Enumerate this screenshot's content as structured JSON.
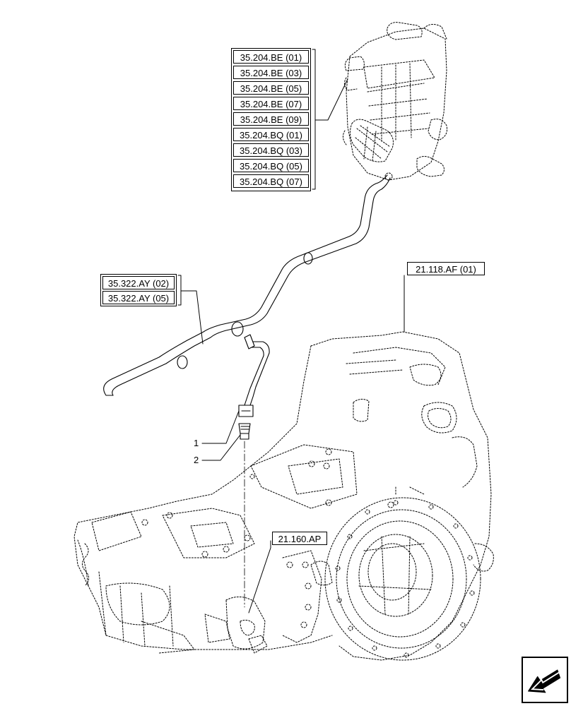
{
  "references": {
    "group_a": [
      "35.204.BE (01)",
      "35.204.BE (03)",
      "35.204.BE (05)",
      "35.204.BE (07)",
      "35.204.BE (09)",
      "35.204.BQ (01)",
      "35.204.BQ (03)",
      "35.204.BQ (05)",
      "35.204.BQ (07)"
    ],
    "group_b": [
      "35.322.AY (02)",
      "35.322.AY (05)"
    ],
    "transmission": "21.118.AF (01)",
    "rear_housing": "21.160.AP"
  },
  "callouts": [
    "1",
    "2"
  ],
  "icons": {
    "navigation": "arrow-back-icon"
  }
}
